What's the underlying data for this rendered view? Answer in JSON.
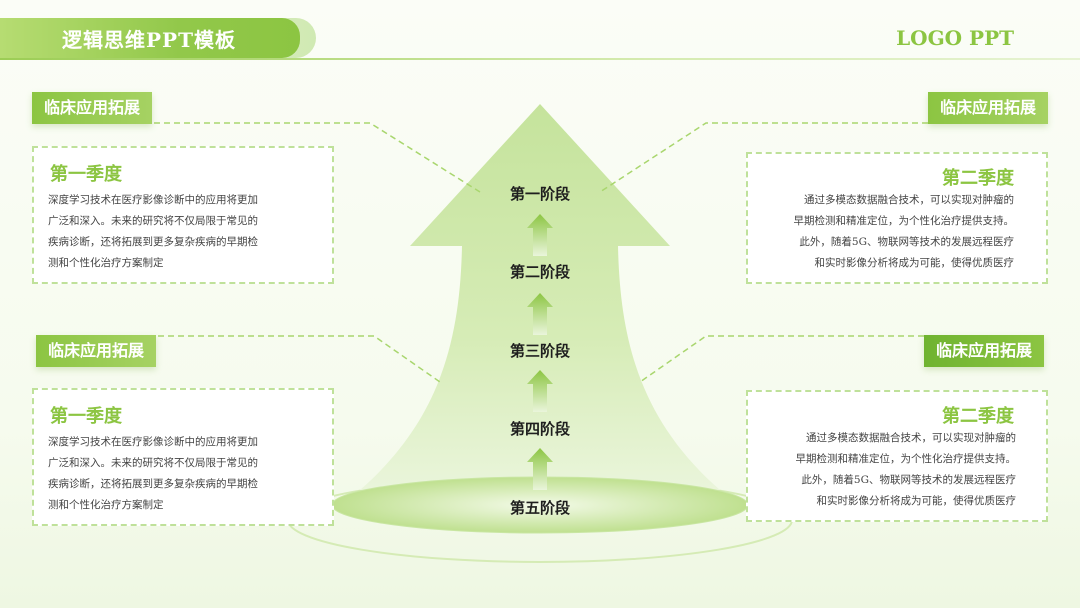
{
  "header": {
    "title": "逻辑思维PPT模板",
    "logo": "LOGO PPT"
  },
  "colors": {
    "accent": "#8cc542",
    "accent_dark": "#6fb330",
    "accent_light": "#d9eebc"
  },
  "stages": [
    "第一阶段",
    "第二阶段",
    "第三阶段",
    "第四阶段",
    "第五阶段"
  ],
  "cards": {
    "top_left": {
      "tag": "临床应用拓展",
      "title": "第一季度",
      "lines": [
        "深度学习技术在医疗影像诊断中的应用将更加",
        "广泛和深入。未来的研究将不仅局限于常见的",
        "疾病诊断，还将拓展到更多复杂疾病的早期检",
        "测和个性化治疗方案制定"
      ]
    },
    "bottom_left": {
      "tag": "临床应用拓展",
      "title": "第一季度",
      "lines": [
        "深度学习技术在医疗影像诊断中的应用将更加",
        "广泛和深入。未来的研究将不仅局限于常见的",
        "疾病诊断，还将拓展到更多复杂疾病的早期检",
        "测和个性化治疗方案制定"
      ]
    },
    "top_right": {
      "tag": "临床应用拓展",
      "title": "第二季度",
      "lines": [
        "通过多模态数据融合技术，可以实现对肿瘤的",
        "早期检测和精准定位，为个性化治疗提供支持。",
        "此外，随着5G、物联网等技术的发展远程医疗",
        "和实时影像分析将成为可能，使得优质医疗"
      ]
    },
    "bottom_right": {
      "tag": "临床应用拓展",
      "title": "第二季度",
      "lines": [
        "通过多模态数据融合技术，可以实现对肿瘤的",
        "早期检测和精准定位，为个性化治疗提供支持。",
        "此外，随着5G、物联网等技术的发展远程医疗",
        "和实时影像分析将成为可能，使得优质医疗"
      ]
    }
  }
}
